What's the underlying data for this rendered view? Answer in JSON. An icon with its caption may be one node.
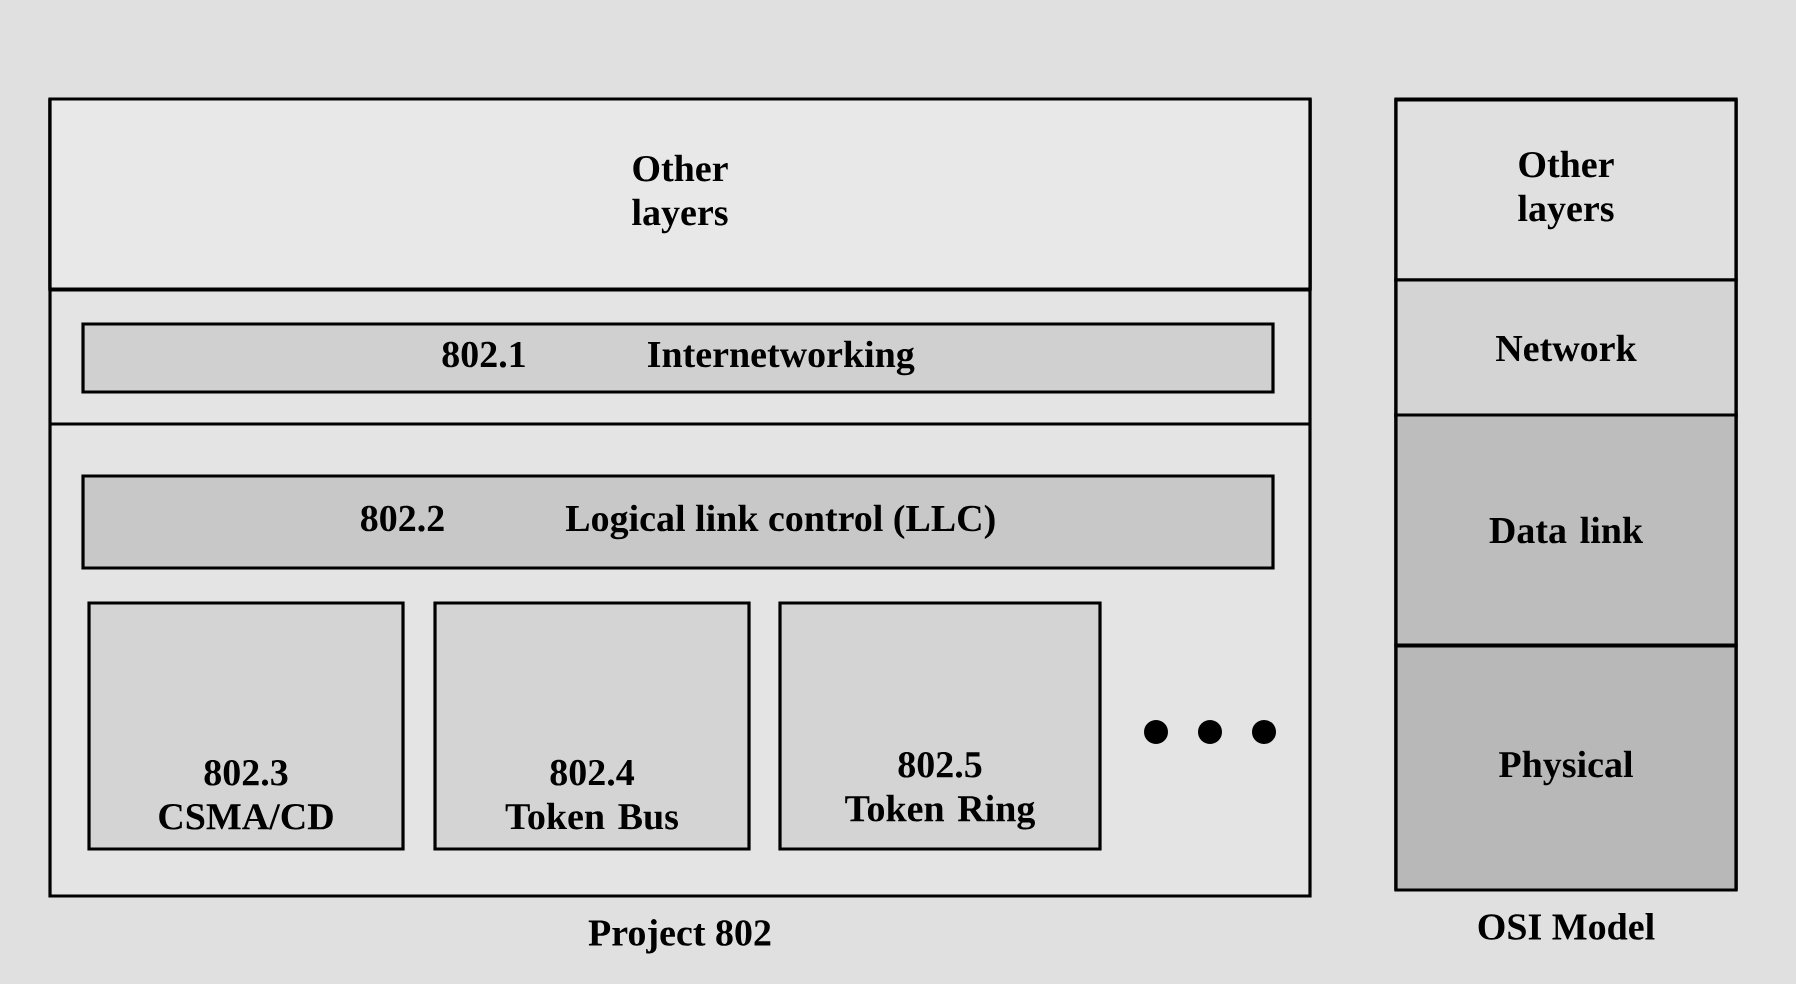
{
  "diagram": {
    "nodes": [
      {
        "text": [
          "Project 802"
        ]
      },
      {
        "text": [
          "Other layers"
        ],
        "in": 0
      },
      {
        "text": [
          "802.1",
          "Internetworking"
        ],
        "in": 0
      },
      {
        "text": [
          "802.2",
          "Logical link control (LLC)"
        ],
        "in": 0
      },
      {
        "text": [
          "802.3 CSMA/CD"
        ],
        "in": 0
      },
      {
        "text": [
          "802.4 Token Bus"
        ],
        "in": 0
      },
      {
        "text": [
          "802.5 Token Ring"
        ],
        "in": 0
      },
      {
        "text": [
          "OSI Model"
        ]
      },
      {
        "text": [
          "Other layers"
        ],
        "in": 7
      },
      {
        "text": [
          "Network"
        ],
        "in": 7
      },
      {
        "text": [
          "Data link"
        ],
        "in": 7
      },
      {
        "text": [
          "Physical"
        ],
        "in": 7
      }
    ]
  }
}
